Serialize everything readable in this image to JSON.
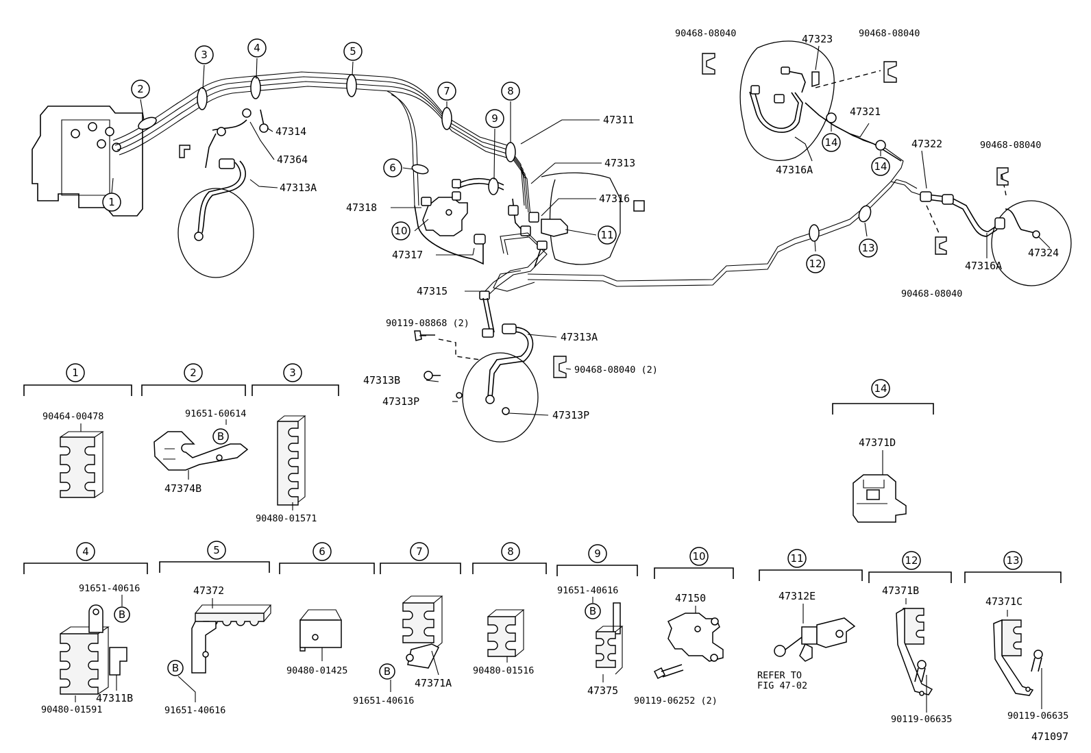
{
  "figure_code": "471097",
  "callout_numbers": [
    "1",
    "2",
    "3",
    "4",
    "5",
    "6",
    "7",
    "8",
    "9",
    "10",
    "11",
    "12",
    "13",
    "14"
  ],
  "labels": {
    "l47314": "47314",
    "l47364": "47364",
    "l47313A_left": "47313A",
    "l47318": "47318",
    "l47317": "47317",
    "l47311": "47311",
    "l47313": "47313",
    "l47316": "47316",
    "l47315": "47315",
    "l90119_08868": "90119-08868 (2)",
    "l47313A_mid": "47313A",
    "l90468_mid": "90468-08040 (2)",
    "l47313B": "47313B",
    "l47313P_a": "47313P",
    "l47313P_b": "47313P",
    "l90468_tl": "90468-08040",
    "l47323": "47323",
    "l90468_tr": "90468-08040",
    "l47321": "47321",
    "l47316A_top": "47316A",
    "l47322": "47322",
    "l90468_right": "90468-08040",
    "l47316A_right": "47316A",
    "l47324": "47324",
    "l90468_bottom": "90468-08040"
  },
  "details": {
    "d1": "90464-00478",
    "d2a": "91651-60614",
    "d2b": "47374B",
    "d3": "90480-01571",
    "d4a": "91651-40616",
    "d4b": "47311B",
    "d4c": "90480-01591",
    "d5a": "47372",
    "d5b": "91651-40616",
    "d6": "90480-01425",
    "d7a": "47371A",
    "d7b": "91651-40616",
    "d8": "90480-01516",
    "d9a": "91651-40616",
    "d9b": "47375",
    "d10a": "47150",
    "d10b": "90119-06252 (2)",
    "d11a": "47312E",
    "d11b": "REFER TO",
    "d11c": "FIG 47-02",
    "d12a": "47371B",
    "d12b": "90119-06635",
    "d13a": "47371C",
    "d13b": "90119-06635",
    "d14": "47371D",
    "b": "B"
  }
}
